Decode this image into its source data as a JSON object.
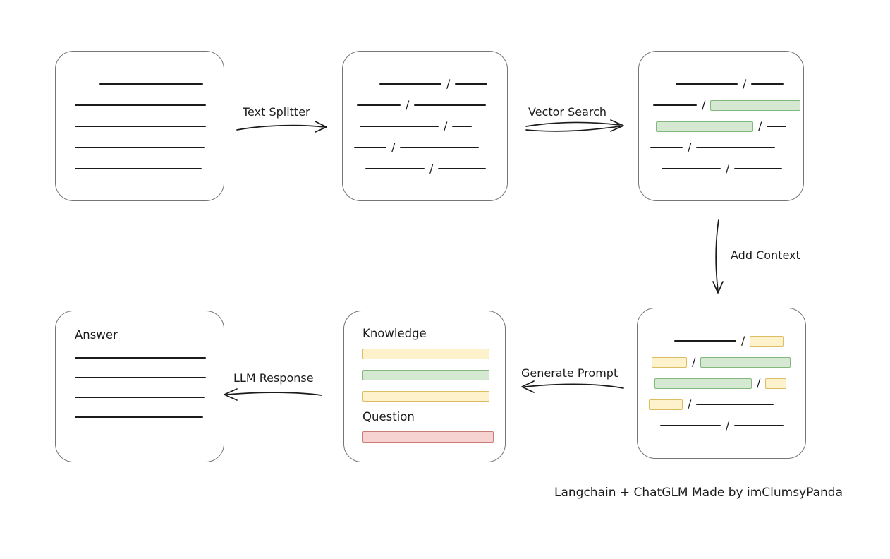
{
  "colors": {
    "ink": "#1b1b1b",
    "box_border": "#757575",
    "green_fill": "#d5e8d1",
    "green_border": "#84b87e",
    "yellow_fill": "#fdf2cc",
    "yellow_border": "#dcbd62",
    "red_fill": "#f6d2d0",
    "red_border": "#c97d78"
  },
  "labels": {
    "text_splitter": "Text Splitter",
    "vector_search": "Vector Search",
    "add_context": "Add Context",
    "generate_prompt": "Generate Prompt",
    "llm_response": "LLM Response",
    "knowledge": "Knowledge",
    "question": "Question",
    "answer": "Answer",
    "slash": "/",
    "credit": "Langchain + ChatGLM Made by imClumsyPanda"
  },
  "boxes": {
    "document": {
      "rows": [
        {
          "indent": 62,
          "segs": [
            {
              "type": "line",
              "w": 147
            }
          ]
        },
        {
          "indent": 27,
          "segs": [
            {
              "type": "line",
              "w": 186
            }
          ]
        },
        {
          "indent": 27,
          "segs": [
            {
              "type": "line",
              "w": 186
            }
          ]
        },
        {
          "indent": 27,
          "segs": [
            {
              "type": "line",
              "w": 184
            }
          ]
        },
        {
          "indent": 27,
          "segs": [
            {
              "type": "line",
              "w": 180
            }
          ]
        }
      ]
    },
    "chunks": {
      "rows": [
        {
          "indent": 52,
          "segs": [
            {
              "type": "line",
              "w": 88
            },
            {
              "type": "line",
              "w": 46
            }
          ]
        },
        {
          "indent": 20,
          "segs": [
            {
              "type": "line",
              "w": 62
            },
            {
              "type": "line",
              "w": 102
            }
          ]
        },
        {
          "indent": 24,
          "segs": [
            {
              "type": "line",
              "w": 112
            },
            {
              "type": "line",
              "w": 28
            }
          ]
        },
        {
          "indent": 16,
          "segs": [
            {
              "type": "line",
              "w": 46
            },
            {
              "type": "line",
              "w": 112
            }
          ]
        },
        {
          "indent": 32,
          "segs": [
            {
              "type": "line",
              "w": 84
            },
            {
              "type": "line",
              "w": 68
            }
          ]
        }
      ]
    },
    "search_result": {
      "rows": [
        {
          "indent": 52,
          "segs": [
            {
              "type": "line",
              "w": 88
            },
            {
              "type": "line",
              "w": 46
            }
          ]
        },
        {
          "indent": 20,
          "segs": [
            {
              "type": "line",
              "w": 62
            },
            {
              "type": "green",
              "w": 128
            }
          ]
        },
        {
          "indent": 24,
          "segs": [
            {
              "type": "green",
              "w": 138
            },
            {
              "type": "line",
              "w": 28
            }
          ]
        },
        {
          "indent": 16,
          "segs": [
            {
              "type": "line",
              "w": 46
            },
            {
              "type": "line",
              "w": 112
            }
          ]
        },
        {
          "indent": 32,
          "segs": [
            {
              "type": "line",
              "w": 84
            },
            {
              "type": "line",
              "w": 68
            }
          ]
        }
      ]
    },
    "context": {
      "rows": [
        {
          "indent": 52,
          "segs": [
            {
              "type": "line",
              "w": 88
            },
            {
              "type": "yellow",
              "w": 48
            }
          ]
        },
        {
          "indent": 20,
          "segs": [
            {
              "type": "yellow",
              "w": 50
            },
            {
              "type": "green",
              "w": 128
            }
          ]
        },
        {
          "indent": 24,
          "segs": [
            {
              "type": "green",
              "w": 138
            },
            {
              "type": "yellow",
              "w": 30
            }
          ]
        },
        {
          "indent": 16,
          "segs": [
            {
              "type": "yellow",
              "w": 48
            },
            {
              "type": "line",
              "w": 110
            }
          ]
        },
        {
          "indent": 32,
          "segs": [
            {
              "type": "line",
              "w": 86
            },
            {
              "type": "line",
              "w": 70
            }
          ]
        }
      ]
    },
    "prompt": {
      "knowledge_rows": [
        {
          "indent": 0,
          "segs": [
            {
              "type": "yellow",
              "w": 180
            }
          ]
        },
        {
          "indent": 0,
          "segs": [
            {
              "type": "green",
              "w": 180
            }
          ]
        },
        {
          "indent": 0,
          "segs": [
            {
              "type": "yellow",
              "w": 180
            }
          ]
        }
      ],
      "question_rows": [
        {
          "indent": 0,
          "segs": [
            {
              "type": "red",
              "w": 186
            }
          ]
        }
      ]
    },
    "answer": {
      "rows": [
        {
          "indent": 27,
          "segs": [
            {
              "type": "line",
              "w": 186
            }
          ]
        },
        {
          "indent": 27,
          "segs": [
            {
              "type": "line",
              "w": 186
            }
          ]
        },
        {
          "indent": 27,
          "segs": [
            {
              "type": "line",
              "w": 184
            }
          ]
        },
        {
          "indent": 27,
          "segs": [
            {
              "type": "line",
              "w": 182
            }
          ]
        }
      ]
    }
  }
}
